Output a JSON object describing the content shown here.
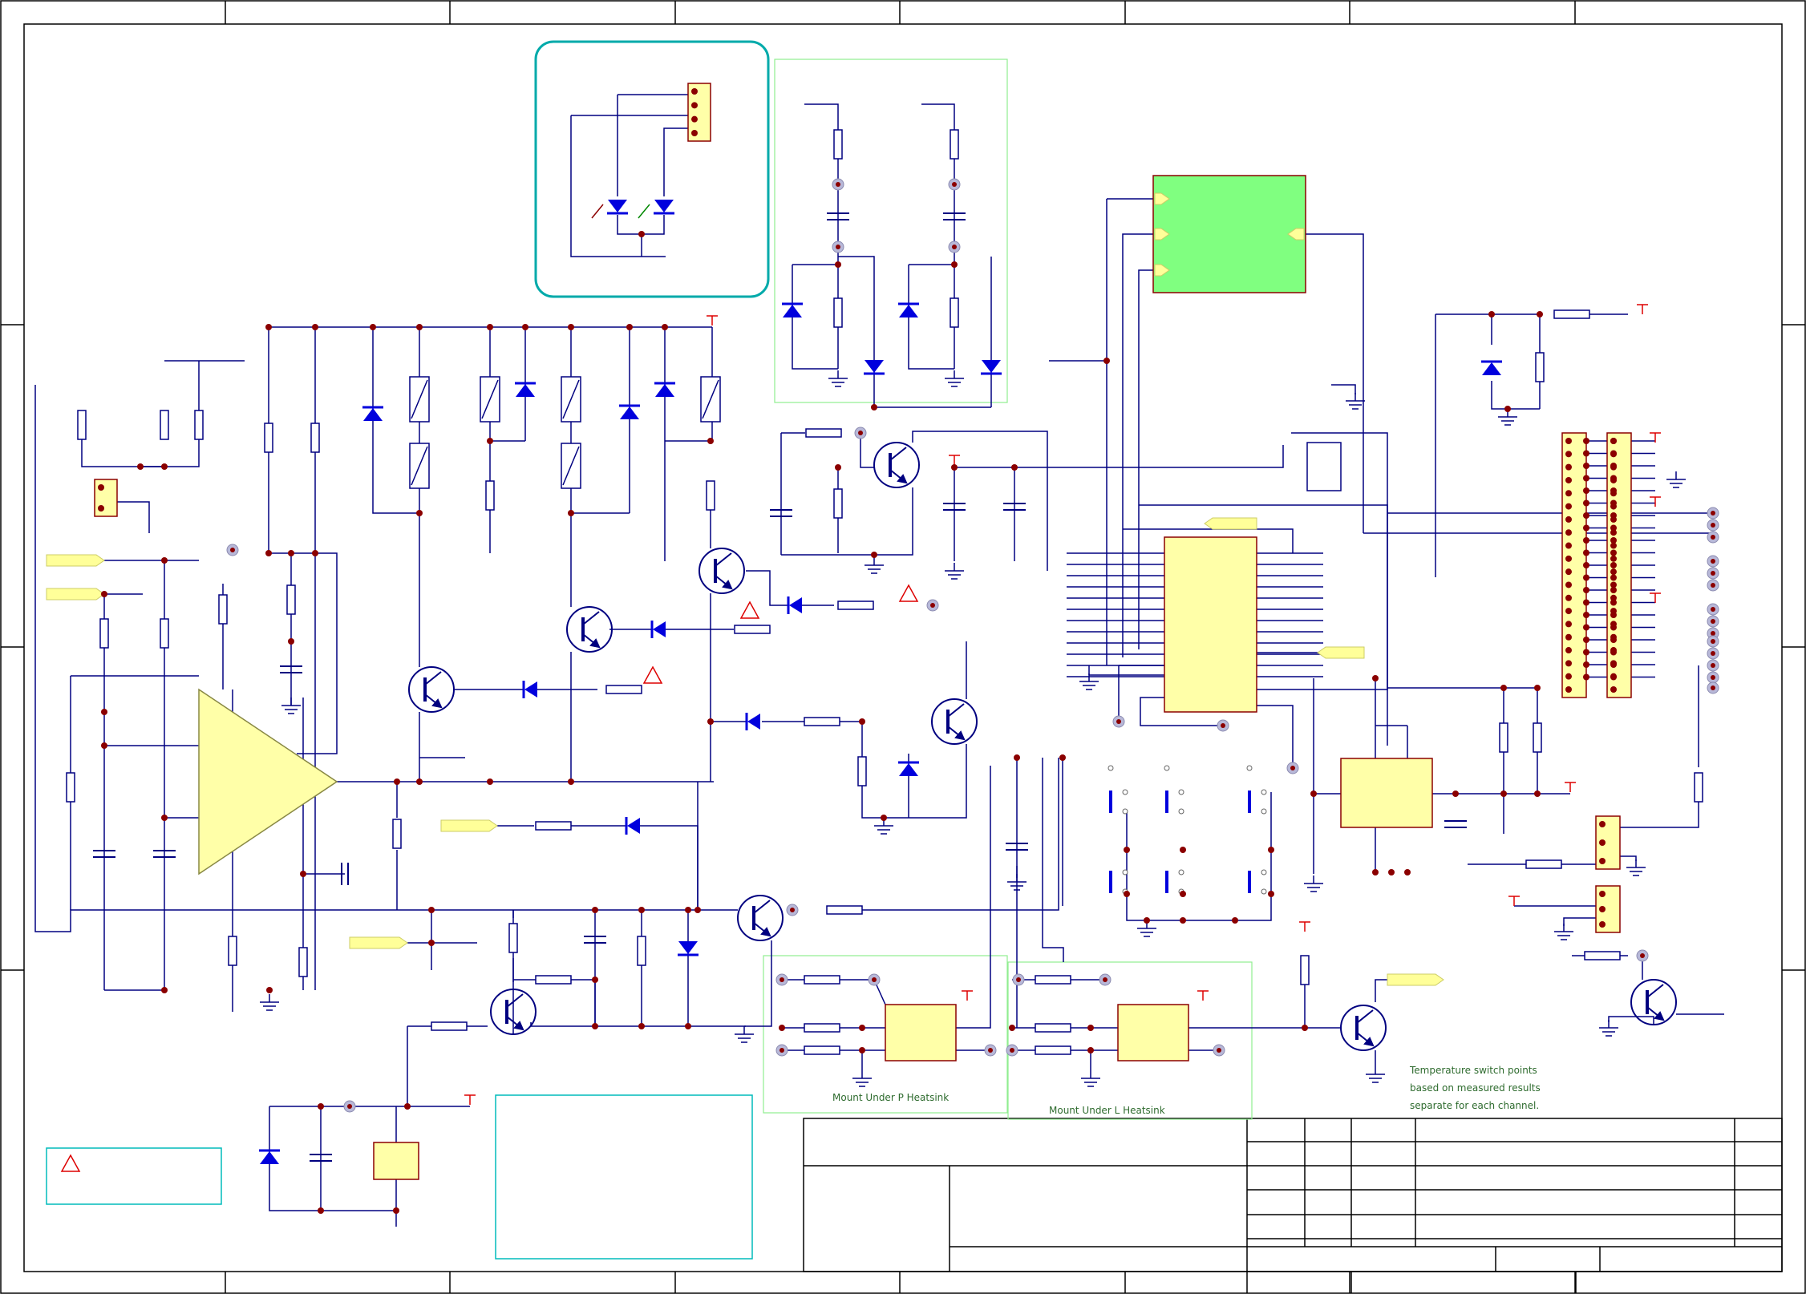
{
  "sheet": {
    "title": "",
    "border_color": "#000000",
    "wire_color": "#000080",
    "part_fill": "#ffffa8",
    "part_stroke": "#8b0000",
    "diode_color": "#0000dd",
    "junction_color": "#8b0000",
    "net_label_fill": "#ffff99",
    "warning_color": "#dd0000",
    "cyan_frame_color": "#00aaaa",
    "green_frame_color": "#90ee90",
    "module_fill": "#80ff80",
    "note_text_color": "#2e6b2e"
  },
  "annotations": {
    "heatsink_p_caption": "Mount Under P Heatsink",
    "heatsink_l_caption": "Mount Under L Heatsink",
    "temperature_note": "Temperature switch points\nbased on measured results\nseparate for each channel."
  },
  "title_block": {
    "rows": 5
  }
}
